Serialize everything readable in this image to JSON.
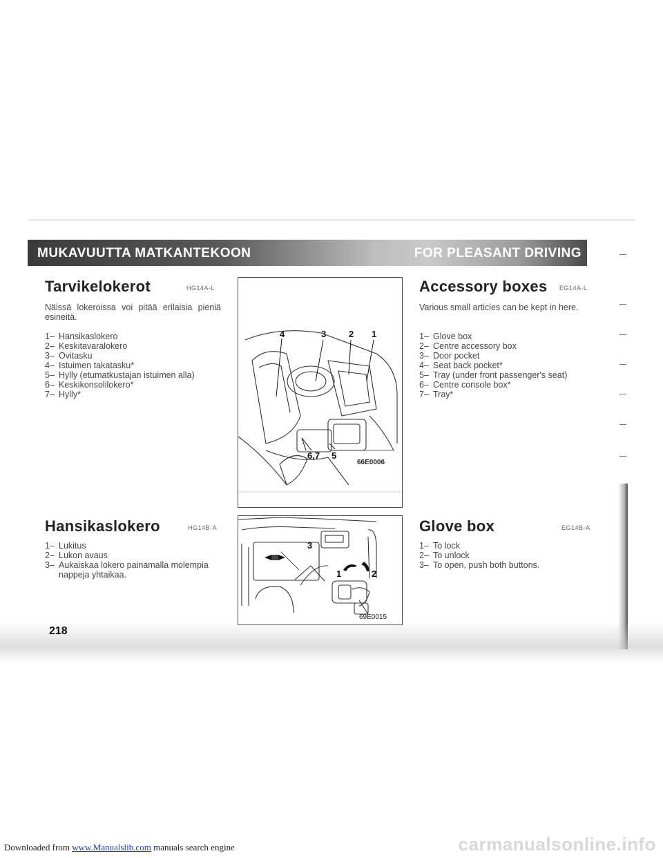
{
  "banner": {
    "left": "MUKAVUUTTA MATKANTEKOON",
    "right": "FOR PLEASANT DRIVING"
  },
  "fi_section1": {
    "title": "Tarvikelokerot",
    "code": "HG14A-L",
    "intro": "Näissä lokeroissa voi pitää erilaisia pieniä esineitä.",
    "items": [
      {
        "n": "1–",
        "text": "Hansikaslokero"
      },
      {
        "n": "2–",
        "text": "Keskitavaralokero"
      },
      {
        "n": "3–",
        "text": "Ovitasku"
      },
      {
        "n": "4–",
        "text": "Istuimen takatasku*"
      },
      {
        "n": "5–",
        "text": "Hylly (etumatkustajan istuimen alla)"
      },
      {
        "n": "6–",
        "text": "Keskikonsolilokero*"
      },
      {
        "n": "7–",
        "text": "Hylly*"
      }
    ]
  },
  "fi_section2": {
    "title": "Hansikaslokero",
    "code": "HG14B-A",
    "items": [
      {
        "n": "1–",
        "text": "Lukitus"
      },
      {
        "n": "2–",
        "text": "Lukon avaus"
      },
      {
        "n": "3–",
        "text": "Aukaiskaa lokero painamalla molempia nappeja yhtaikaa."
      }
    ]
  },
  "en_section1": {
    "title": "Accessory boxes",
    "code": "EG14A-L",
    "intro": "Various small articles can be kept in here.",
    "items": [
      {
        "n": "1–",
        "text": "Glove box"
      },
      {
        "n": "2–",
        "text": "Centre accessory box"
      },
      {
        "n": "3–",
        "text": "Door pocket"
      },
      {
        "n": "4–",
        "text": "Seat back pocket*"
      },
      {
        "n": "5–",
        "text": "Tray (under front passenger's seat)"
      },
      {
        "n": "6–",
        "text": "Centre console box*"
      },
      {
        "n": "7–",
        "text": "Tray*"
      }
    ]
  },
  "en_section2": {
    "title": "Glove box",
    "code": "EG14B-A",
    "items": [
      {
        "n": "1–",
        "text": "To lock"
      },
      {
        "n": "2–",
        "text": "To unlock"
      },
      {
        "n": "3–",
        "text": "To open, push both buttons."
      }
    ]
  },
  "figure1": {
    "code": "66E0006",
    "callouts": [
      "4",
      "3",
      "2",
      "1",
      "6,7",
      "5"
    ]
  },
  "figure2": {
    "code": "69E0015",
    "callouts": [
      "3",
      "1",
      "2"
    ]
  },
  "page_number": "218",
  "footer": {
    "prefix": "Downloaded from",
    "link": "www.Manualslib.com",
    "suffix": "manuals search engine",
    "watermark": "carmanualsonline.info"
  }
}
